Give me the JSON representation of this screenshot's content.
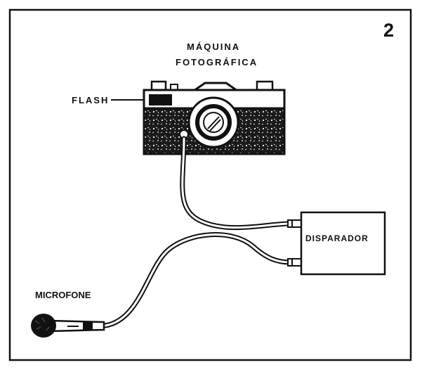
{
  "figure_number": "2",
  "labels": {
    "camera_line1": "MÁQUINA",
    "camera_line2": "FOTOGRÁFICA",
    "flash": "FLASH",
    "trigger": "DISPARADOR",
    "microphone": "MICROFONE"
  },
  "colors": {
    "ink": "#111111",
    "paper": "#ffffff"
  }
}
